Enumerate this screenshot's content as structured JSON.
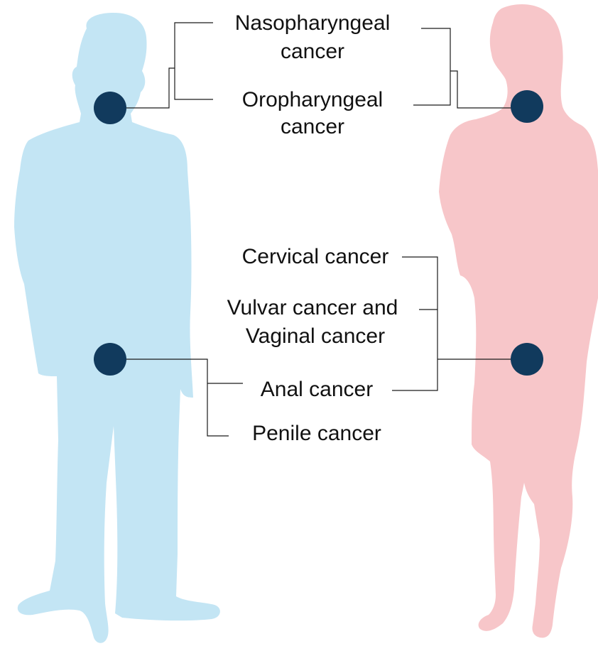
{
  "colors": {
    "male_silhouette": "#c3e5f4",
    "female_silhouette": "#f7c6c9",
    "marker": "#113a5d",
    "connector": "#1a1a1a",
    "text": "#111111"
  },
  "figures": {
    "male": {
      "icon": "male-silhouette-icon"
    },
    "female": {
      "icon": "female-silhouette-icon"
    }
  },
  "labels": {
    "nasopharyngeal_line1": "Nasopharyngeal",
    "nasopharyngeal_line2": "cancer",
    "oropharyngeal_line1": "Oropharyngeal",
    "oropharyngeal_line2": "cancer",
    "cervical": "Cervical cancer",
    "vulvar_line1": "Vulvar cancer and",
    "vulvar_line2": "Vaginal cancer",
    "anal": "Anal cancer",
    "penile": "Penile cancer"
  }
}
